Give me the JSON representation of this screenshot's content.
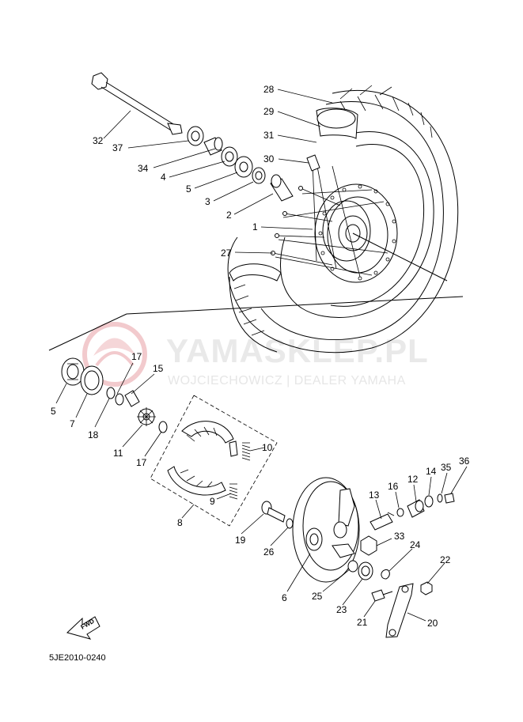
{
  "watermark": {
    "title": "YAMASKLEP.PL",
    "subtitle": "WOJCIECHOWICZ | DEALER YAMAHA",
    "logo_color": "#e8a0a5"
  },
  "diagram_code": "5JE2010-0240",
  "fwd_label": "FWD",
  "parts": {
    "p1": "1",
    "p2": "2",
    "p3": "3",
    "p4": "4",
    "p5a": "5",
    "p5b": "5",
    "p6": "6",
    "p7": "7",
    "p8": "8",
    "p9": "9",
    "p10": "10",
    "p11": "11",
    "p12": "12",
    "p13": "13",
    "p14": "14",
    "p15": "15",
    "p16": "16",
    "p17a": "17",
    "p17b": "17",
    "p18": "18",
    "p19": "19",
    "p20": "20",
    "p21": "21",
    "p22": "22",
    "p23": "23",
    "p24": "24",
    "p25": "25",
    "p26": "26",
    "p27": "27",
    "p28": "28",
    "p29": "29",
    "p30": "30",
    "p31": "31",
    "p32": "32",
    "p33": "33",
    "p34": "34",
    "p35": "35",
    "p36": "36",
    "p37": "37"
  }
}
